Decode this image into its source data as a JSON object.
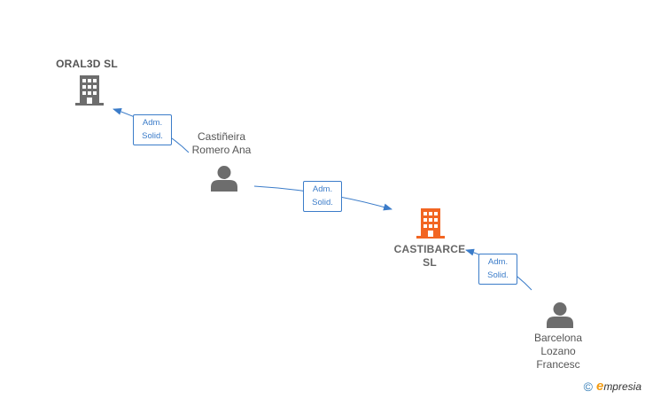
{
  "nodes": {
    "oral3d": {
      "label": "ORAL3D SL",
      "type": "company",
      "icon": "building-icon",
      "color": "#6d6d6d"
    },
    "castineira": {
      "label_lines": [
        "Castiñeira",
        "Romero Ana"
      ],
      "type": "person",
      "icon": "person-icon",
      "color": "#6d6d6d"
    },
    "castibarce": {
      "label_lines": [
        "CASTIBARCE",
        "SL"
      ],
      "type": "company",
      "icon": "building-icon",
      "color": "#f26522"
    },
    "barcelona": {
      "label_lines": [
        "Barcelona",
        "Lozano",
        "Francesc"
      ],
      "type": "person",
      "icon": "person-icon",
      "color": "#6d6d6d"
    }
  },
  "edges": [
    {
      "from": "castineira",
      "to": "oral3d",
      "label_lines": [
        "Adm.",
        "Solid."
      ]
    },
    {
      "from": "castineira",
      "to": "castibarce",
      "label_lines": [
        "Adm.",
        "Solid."
      ]
    },
    {
      "from": "barcelona",
      "to": "castibarce",
      "label_lines": [
        "Adm.",
        "Solid."
      ]
    }
  ],
  "edge_color": "#3b7cc9",
  "watermark": {
    "copyright": "©",
    "brand_initial": "e",
    "brand_rest": "mpresia"
  }
}
